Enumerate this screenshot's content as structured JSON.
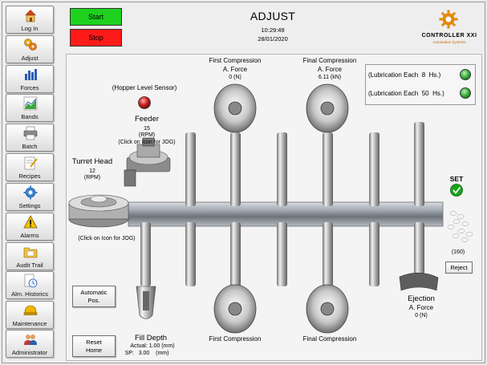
{
  "sidebar": {
    "items": [
      {
        "label": "Log In",
        "icon": "house-icon"
      },
      {
        "label": "Adjust",
        "icon": "gears-icon"
      },
      {
        "label": "Forces",
        "icon": "bar-chart-icon"
      },
      {
        "label": "Bands",
        "icon": "band-chart-icon"
      },
      {
        "label": "Batch",
        "icon": "printer-icon"
      },
      {
        "label": "Recipes",
        "icon": "recipe-icon"
      },
      {
        "label": "Settings",
        "icon": "settings-gears-icon"
      },
      {
        "label": "Alarms",
        "icon": "warning-icon"
      },
      {
        "label": "Audit Trail",
        "icon": "folder-icon"
      },
      {
        "label": "Alm. Historics",
        "icon": "clock-document-icon"
      },
      {
        "label": "Maintenance",
        "icon": "helmet-icon"
      },
      {
        "label": "Administrator",
        "icon": "users-icon"
      }
    ]
  },
  "header": {
    "start_label": "Start",
    "stop_label": "Stop",
    "title": "ADJUST",
    "time": "10:29:49",
    "date": "28/01/2020",
    "brand": "CONTROLLER XXI",
    "brand_sub": "Automation Systems"
  },
  "colors": {
    "start": "#1ed11e",
    "stop": "#ff1a1a",
    "brand_orange": "#e08a10",
    "led_green": "#2aa52a",
    "led_red": "#d02020"
  },
  "hopper": {
    "label": "(Hopper Level Sensor)"
  },
  "feeder": {
    "title": "Feeder",
    "value": "15",
    "unit": "(RPM)",
    "hint": "(Click on Icon for JOG)"
  },
  "turret": {
    "title": "Turret Head",
    "value": "12",
    "unit": "(RPM)",
    "hint": "(Click on Icon for JOG)"
  },
  "first_compression_top": {
    "title": "First Compression",
    "force_label": "A. Force",
    "value": "0 (N)"
  },
  "final_compression_top": {
    "title": "Final Compression",
    "force_label": "A. Force",
    "value": "6.11 (kN)"
  },
  "first_compression_bottom": {
    "title": "First Compression"
  },
  "final_compression_bottom": {
    "title": "Final Compression"
  },
  "lubrication": [
    {
      "prefix": "(Lubrication Each",
      "value": "8",
      "suffix": "Hs.)"
    },
    {
      "prefix": "(Lubrication Each",
      "value": "50",
      "suffix": "Hs.)"
    }
  ],
  "set": {
    "label": "SET"
  },
  "counter": {
    "value": "(160)"
  },
  "reject": {
    "label": "Reject"
  },
  "ejection": {
    "title": "Ejection",
    "force_label": "A. Force",
    "value": "0 (N)"
  },
  "automatic_pos": {
    "line1": "Automatic",
    "line2": "Pos."
  },
  "reset_home": {
    "line1": "Reset",
    "line2": "Home"
  },
  "fill_depth": {
    "title": "Fill Depth",
    "actual_label": "Actual:",
    "actual_value": "1.00 (mm)",
    "sp_label": "SP:",
    "sp_value": "3.00",
    "sp_unit": "(mm)"
  }
}
